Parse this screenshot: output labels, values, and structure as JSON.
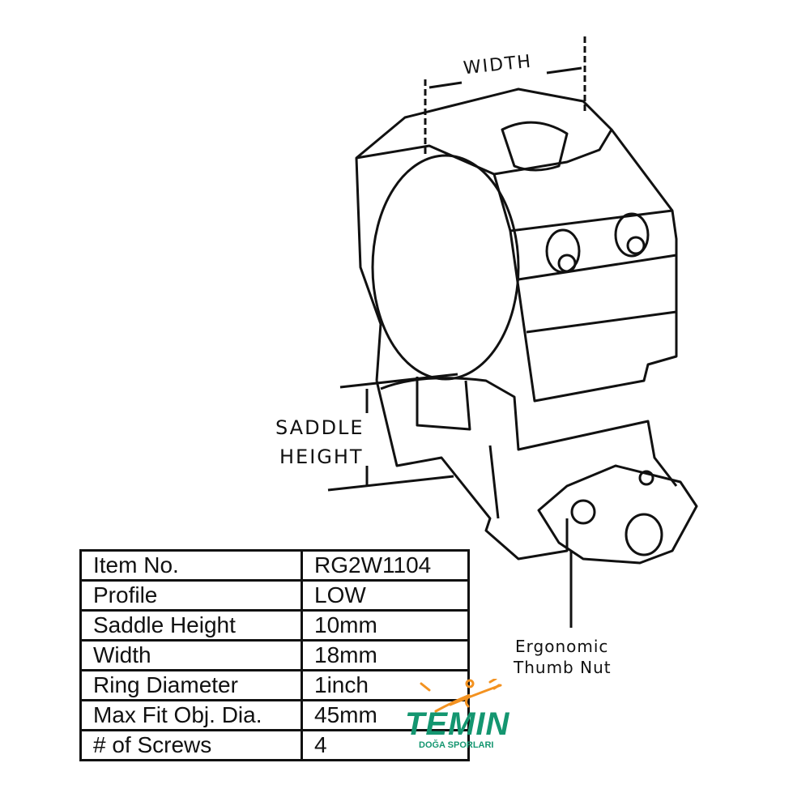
{
  "labels": {
    "width": "WIDTH",
    "saddle_height_1": "SADDLE",
    "saddle_height_2": "HEIGHT",
    "thumb_nut_1": "Ergonomic",
    "thumb_nut_2": "Thumb Nut"
  },
  "spec_table": [
    {
      "key": "Item No.",
      "value": "RG2W1104"
    },
    {
      "key": "Profile",
      "value": "LOW"
    },
    {
      "key": "Saddle Height",
      "value": "10mm"
    },
    {
      "key": "Width",
      "value": "18mm"
    },
    {
      "key": "Ring Diameter",
      "value": "1inch"
    },
    {
      "key": "Max Fit Obj. Dia.",
      "value": "45mm"
    },
    {
      "key": "# of Screws",
      "value": "4"
    }
  ],
  "logo": {
    "name": "TEMIN",
    "tagline": "DOĞA SPORLARI",
    "colors": {
      "green": "#149670",
      "orange": "#f39220"
    }
  }
}
